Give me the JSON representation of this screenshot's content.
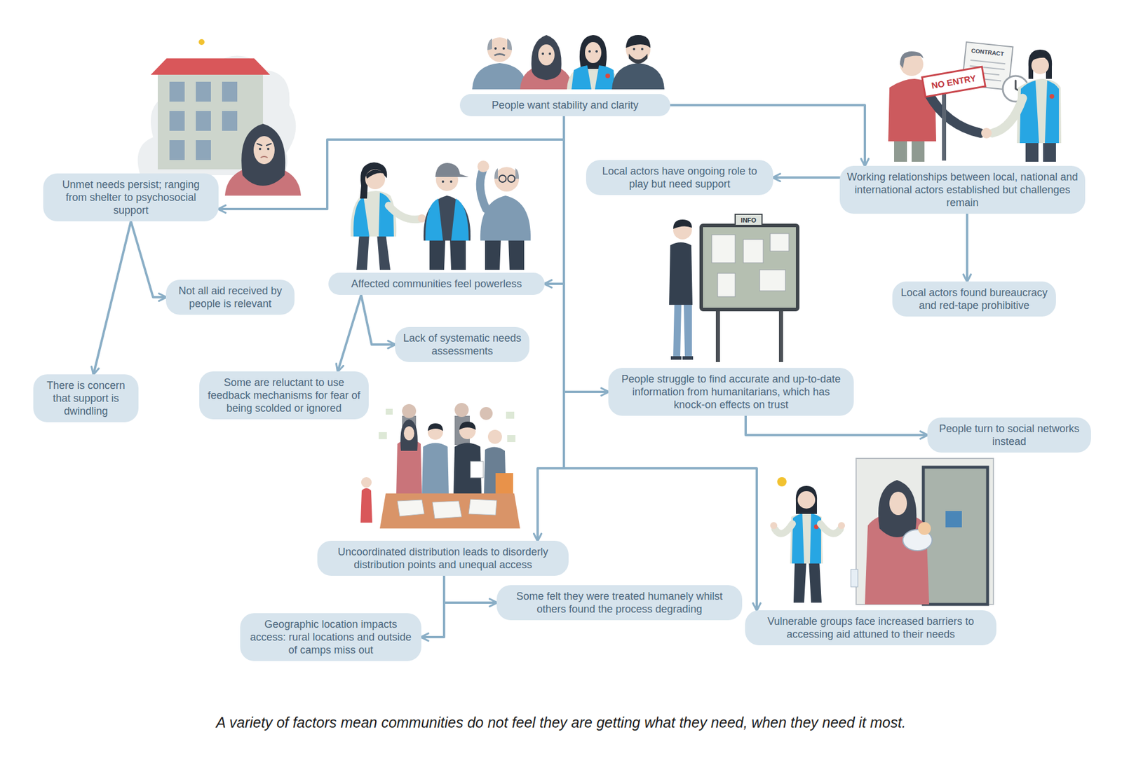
{
  "diagram": {
    "caption": "A variety of factors mean communities do not feel they are getting what they need, when they need it most.",
    "nodes": [
      {
        "text": [
          "People want stability and clarity"
        ]
      },
      {
        "text": [
          "Working relationships between local, national and international actors established but challenges remain"
        ]
      },
      {
        "text": [
          "Local actors have ongoing role to play but need support"
        ]
      },
      {
        "text": [
          "Unmet needs persist; ranging from shelter to psychosocial support"
        ]
      },
      {
        "text": [
          "Affected communities feel powerless"
        ]
      },
      {
        "text": [
          "Local actors found bureaucracy and red-tape prohibitive"
        ]
      },
      {
        "text": [
          "Not all aid received by people is relevant"
        ]
      },
      {
        "text": [
          "Lack of systematic needs assessments"
        ]
      },
      {
        "text": [
          "There is concern that support is dwindling"
        ]
      },
      {
        "text": [
          "Some are reluctant to use feedback mechanisms for fear of being scolded or ignored"
        ]
      },
      {
        "text": [
          "People struggle to find accurate and up-to-date information from humanitarians, which has knock-on effects on trust"
        ]
      },
      {
        "text": [
          "People turn to social networks instead"
        ]
      },
      {
        "text": [
          "Uncoordinated distribution leads to disorderly distribution points and unequal access"
        ]
      },
      {
        "text": [
          "Some felt they were treated humanely whilst others found the process degrading"
        ]
      },
      {
        "text": [
          "Vulnerable groups face increased barriers to accessing aid attuned to their needs"
        ]
      },
      {
        "text": [
          "Geographic location impacts access: rural locations and outside of camps miss out"
        ]
      }
    ],
    "edges": [
      {
        "from": 0,
        "to": 1,
        "arrow": "to"
      },
      {
        "from": 0,
        "to": 3,
        "arrow": "to"
      },
      {
        "from": 0,
        "to": 4,
        "arrow": "to"
      },
      {
        "from": 0,
        "to": 10,
        "arrow": "to"
      },
      {
        "from": 0,
        "to": 12,
        "arrow": "to"
      },
      {
        "from": 0,
        "to": 14,
        "arrow": "to"
      },
      {
        "from": 1,
        "to": 2,
        "arrow": "to"
      },
      {
        "from": 1,
        "to": 5,
        "arrow": "to"
      },
      {
        "from": 3,
        "to": 6,
        "arrow": "to"
      },
      {
        "from": 3,
        "to": 8,
        "arrow": "to"
      },
      {
        "from": 4,
        "to": 7,
        "arrow": "to"
      },
      {
        "from": 4,
        "to": 9,
        "arrow": "to"
      },
      {
        "from": 10,
        "to": 11,
        "arrow": "to"
      },
      {
        "from": 12,
        "to": 13,
        "arrow": "to"
      },
      {
        "from": 12,
        "to": 15,
        "arrow": "to"
      }
    ],
    "labels": [
      "CONTRACT",
      "NO ENTRY",
      "INFO"
    ]
  }
}
